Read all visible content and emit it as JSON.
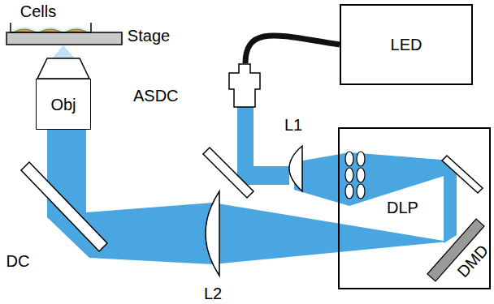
{
  "diagram": {
    "nodes": [
      {
        "text": [
          "LED"
        ]
      },
      {
        "text": [
          "ASDC"
        ]
      },
      {
        "text": [
          "DLP"
        ]
      },
      {
        "text": [
          "Obj"
        ]
      }
    ],
    "edges": [
      {
        "from": 0,
        "to": 1,
        "arrow": "none"
      }
    ],
    "labels": [
      "Cells",
      "Stage",
      "L1",
      "DMD",
      "DC",
      "L2"
    ]
  }
}
